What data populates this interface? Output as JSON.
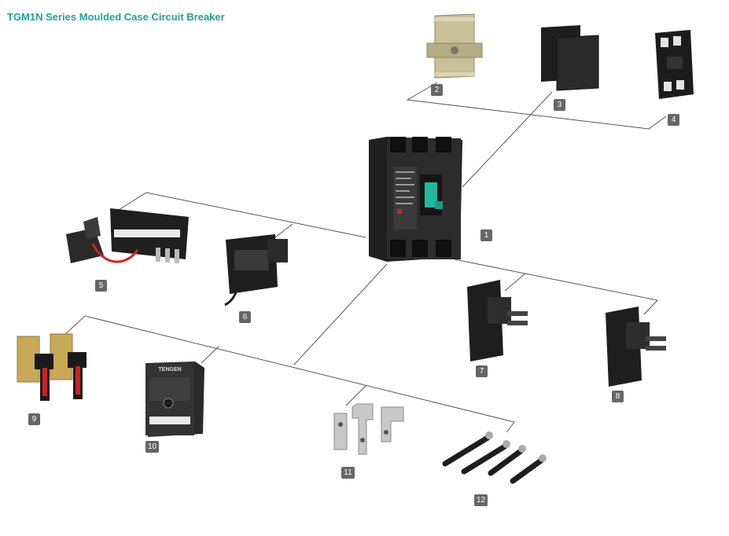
{
  "title": "TGM1N Series Moulded Case Circuit Breaker",
  "colors": {
    "title": "#1aa39a",
    "connector_line": "#555555",
    "label_bg": "#666666",
    "device_body": "#2c2c2c",
    "handle": "#22b89c",
    "accent_red": "#cc2222",
    "brass": "#c9a857"
  },
  "parts": [
    {
      "id": "1",
      "label": "1",
      "name": "moulded-case-circuit-breaker"
    },
    {
      "id": "2",
      "label": "2",
      "name": "din-rail-mounting-plate"
    },
    {
      "id": "3",
      "label": "3",
      "name": "phase-barrier-plates"
    },
    {
      "id": "4",
      "label": "4",
      "name": "terminal-block"
    },
    {
      "id": "5",
      "label": "5",
      "name": "shunt-release-module"
    },
    {
      "id": "6",
      "label": "6",
      "name": "undervoltage-release"
    },
    {
      "id": "7",
      "label": "7",
      "name": "auxiliary-contact"
    },
    {
      "id": "8",
      "label": "8",
      "name": "alarm-contact"
    },
    {
      "id": "9",
      "label": "9",
      "name": "rotary-handle-operator"
    },
    {
      "id": "10",
      "label": "10",
      "name": "motor-operating-mechanism",
      "brand": "TENGEN"
    },
    {
      "id": "11",
      "label": "11",
      "name": "connection-plates"
    },
    {
      "id": "12",
      "label": "12",
      "name": "rear-connection-studs"
    }
  ]
}
